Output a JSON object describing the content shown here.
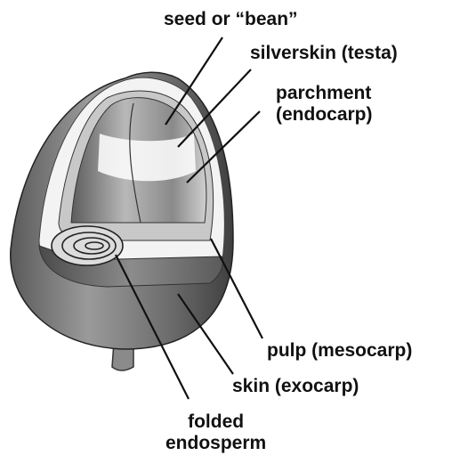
{
  "labels": {
    "seed": "seed or “bean”",
    "silverskin": "silverskin (testa)",
    "parchment_line1": "parchment",
    "parchment_line2": "(endocarp)",
    "pulp": "pulp (mesocarp)",
    "skin": "skin (exocarp)",
    "endosperm_line1": "folded",
    "endosperm_line2": "endosperm"
  },
  "colors": {
    "skin": "#777777",
    "pulp": "#f5f5f5",
    "parchment": "#bdbdbd",
    "bean": "#9a9a9a",
    "line": "#111111"
  }
}
